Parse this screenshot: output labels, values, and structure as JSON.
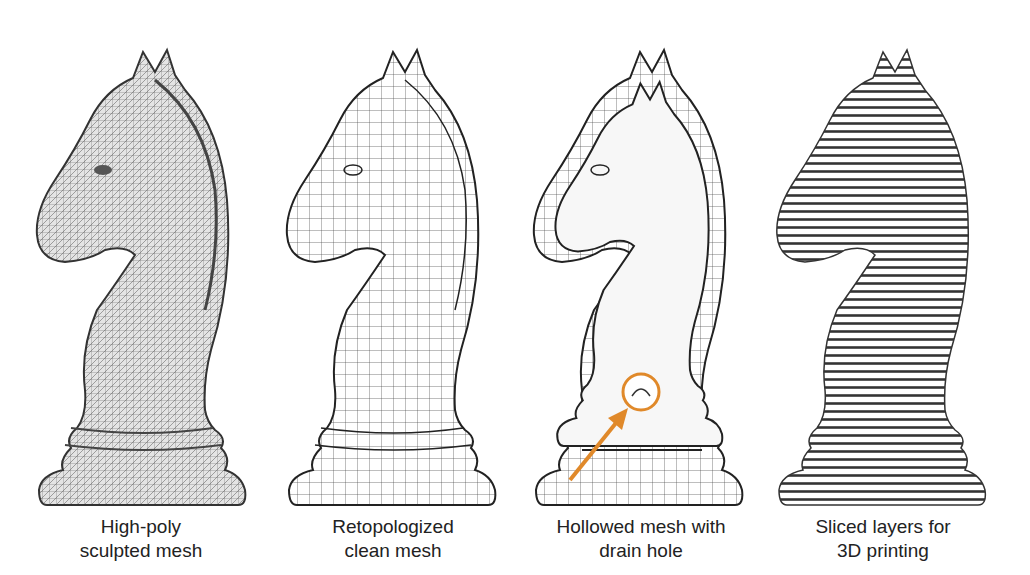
{
  "diagram": {
    "labels": [
      "High-poly sculpted mesh",
      "Retopologized clean mesh",
      "Hollowed mesh with drain hole",
      "Sliced layers for 3D printing"
    ]
  }
}
